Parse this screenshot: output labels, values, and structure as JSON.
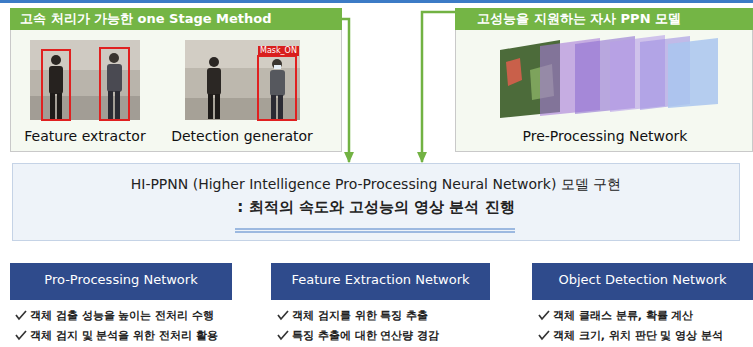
{
  "diagram": {
    "nodes": [
      {
        "text": [
          "고속 처리가 가능한 one Stage Method",
          "Feature extractor",
          "Detection generator"
        ]
      },
      {
        "text": [
          "고성능을 지원하는 자사 PPN 모델",
          "Pre-Processing Network"
        ]
      },
      {
        "text": [
          "HI-PPNN (Higher Intelligence Pro-Processing Neural Network) 모델 구현",
          ": 최적의 속도와 고성능의 영상 분석 진행"
        ]
      },
      {
        "text": [
          "Pro-Processing Network"
        ]
      },
      {
        "text": [
          "Feature Extraction Network"
        ]
      },
      {
        "text": [
          "Object Detection Network"
        ]
      }
    ],
    "edges": [
      {
        "from": 0,
        "to": 2,
        "arrow": "to"
      },
      {
        "from": 1,
        "to": 2,
        "arrow": "to"
      }
    ],
    "labels": [
      "Mask_ON",
      "객체 검출 성능을 높이는 전처리 수행",
      "객체 검지 및 분석을 위한 전처리 활용",
      "객체 검지를 위한 특징 추출",
      "특징 추출에 대한 연산량 경감",
      "객체 클래스 분류, 확률 계산",
      "객체 크기, 위치 판단 및 영상 분석"
    ]
  }
}
